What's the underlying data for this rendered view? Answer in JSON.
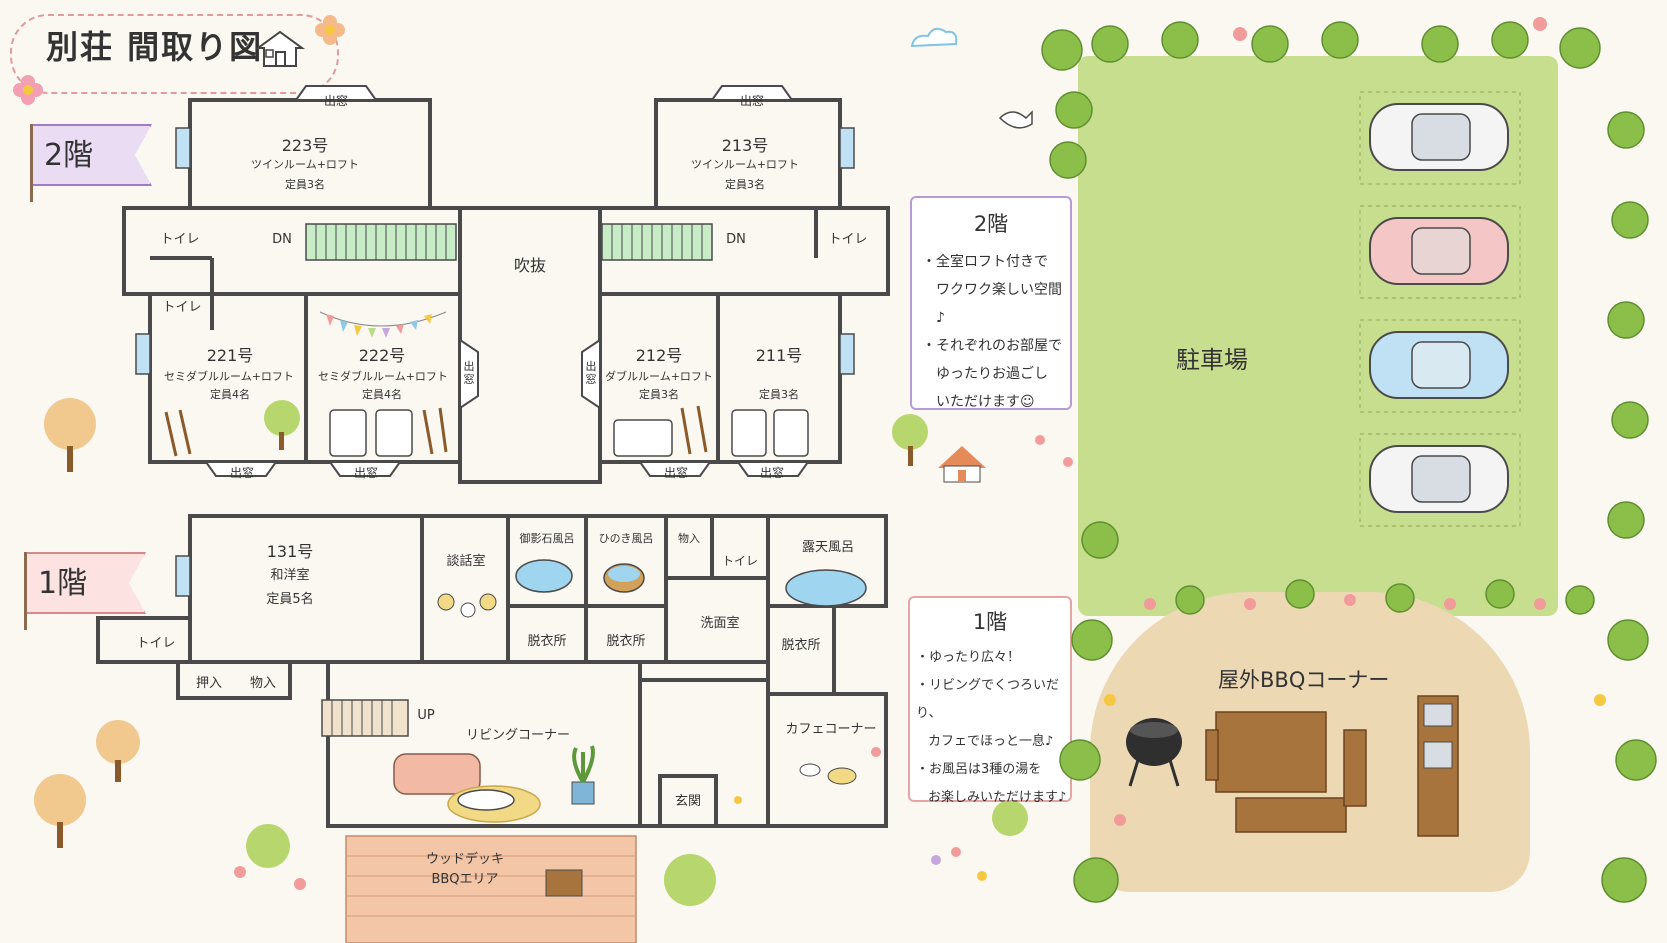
{
  "title": "別荘 間取り図",
  "floor2": {
    "flag": "2階",
    "rooms": {
      "r223": {
        "num": "223号",
        "type": "ツインルーム+ロフト",
        "cap": "定員3名"
      },
      "r213": {
        "num": "213号",
        "type": "ツインルーム+ロフト",
        "cap": "定員3名"
      },
      "r221": {
        "num": "221号",
        "type": "セミダブルルーム+ロフト",
        "cap": "定員4名"
      },
      "r222": {
        "num": "222号",
        "type": "セミダブルルーム+ロフト",
        "cap": "定員4名"
      },
      "r212": {
        "num": "212号",
        "type": "ダブルルーム+ロフト",
        "cap": "定員3名"
      },
      "r211": {
        "num": "211号",
        "cap": "定員3名"
      }
    },
    "toilet": "トイレ",
    "dn": "DN",
    "atrium": "吹抜",
    "window": "出窓"
  },
  "floor1": {
    "flag": "1階",
    "r131": {
      "num": "131号",
      "type": "和洋室",
      "cap": "定員5名"
    },
    "toilet": "トイレ",
    "oshiire": "押入",
    "storage": "物入",
    "talk": "談話室",
    "granite_bath": "御影石風呂",
    "hinoki_bath": "ひのき風呂",
    "outdoor_bath": "露天風呂",
    "dressing": "脱衣所",
    "washroom": "洗面室",
    "up": "UP",
    "living": "リビングコーナー",
    "cafe": "カフェコーナー",
    "entrance": "玄関",
    "deck1": "ウッドデッキ",
    "deck2": "BBQエリア"
  },
  "info2": {
    "head": "2階",
    "lines": [
      "・全室ロフト付きで",
      "ワクワク楽しい空間♪",
      "・それぞれのお部屋で",
      "ゆったりお過ごし",
      "いただけます☺"
    ]
  },
  "info1": {
    "head": "1階",
    "lines": [
      "・ゆったり広々！",
      "・リビングでくつろいだり、",
      "カフェでほっと一息♪",
      "・お風呂は3種の湯を",
      "お楽しみいただけます♪"
    ]
  },
  "parking": "駐車場",
  "bbq": "屋外BBQコーナー",
  "colors": {
    "wall": "#4a4a4a",
    "lawn": "#c8de8f",
    "dirt": "#ecd9b3",
    "car_white": "#f4f4f4",
    "car_pink": "#f4c6c6",
    "car_blue": "#bfe1f3",
    "tree": "#8bbf4a",
    "wood": "#a8743e"
  }
}
